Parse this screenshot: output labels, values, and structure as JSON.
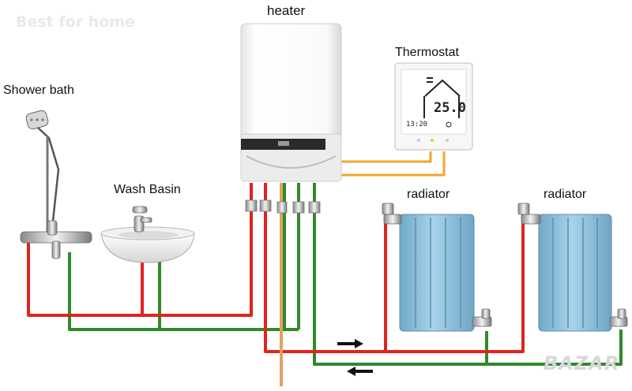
{
  "watermark": {
    "top_left": "Best for home",
    "bottom_right": "BAZAR"
  },
  "labels": {
    "heater": "heater",
    "thermostat": "Thermostat",
    "shower": "Shower bath",
    "basin": "Wash Basin",
    "radiator_1": "radiator",
    "radiator_2": "radiator"
  },
  "thermostat_display": {
    "temperature": "25.0",
    "time": "13:20"
  },
  "colors": {
    "hot_pipe": "#e0241f",
    "return_pipe": "#2f8a2a",
    "gas_pipe": "#e2a25c",
    "thermostat_wire": "#f2a52e",
    "radiator": "#8fc2dd",
    "heater_body": "#f4f4f4"
  },
  "icons": [
    "shower-head-icon",
    "faucet-icon",
    "flow-direction-arrow-icon"
  ]
}
